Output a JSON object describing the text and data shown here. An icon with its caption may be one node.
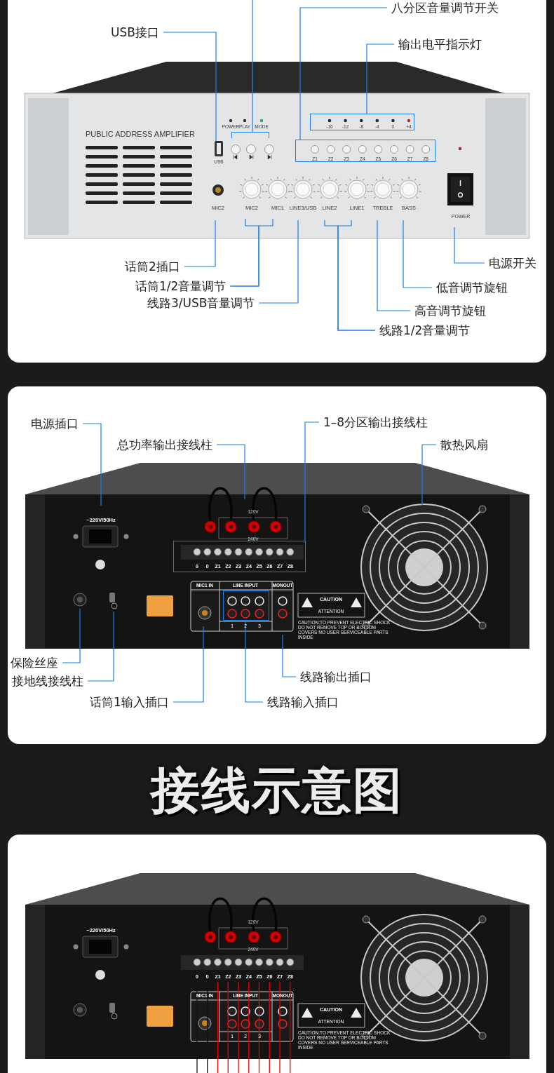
{
  "diagram": {
    "nodes": [
      {
        "text": [
          "八分区音量调节开关"
        ]
      },
      {
        "text": [
          "USB接口"
        ]
      },
      {
        "text": [
          "输出电平指示灯"
        ]
      },
      {
        "text": [
          "话筒2插口"
        ]
      },
      {
        "text": [
          "电源开关"
        ]
      },
      {
        "text": [
          "话筒1/2音量调节"
        ]
      },
      {
        "text": [
          "低音调节旋钮"
        ]
      },
      {
        "text": [
          "线路3/USB音量调节"
        ]
      },
      {
        "text": [
          "高音调节旋钮"
        ]
      },
      {
        "text": [
          "线路1/2音量调节"
        ]
      },
      {
        "text": [
          "电源插口"
        ]
      },
      {
        "text": [
          "1–8分区输出接线柱"
        ]
      },
      {
        "text": [
          "总功率输出接线柱"
        ]
      },
      {
        "text": [
          "散热风扇"
        ]
      },
      {
        "text": [
          "保险丝座"
        ]
      },
      {
        "text": [
          "接地线接线柱"
        ]
      },
      {
        "text": [
          "线路输出插口"
        ]
      },
      {
        "text": [
          "话筒1输入插口"
        ]
      },
      {
        "text": [
          "线路输入插口"
        ]
      },
      {
        "text": [],
        "shape": "box"
      },
      {
        "text": [],
        "shape": "box"
      },
      {
        "text": [],
        "shape": "bracket"
      },
      {
        "text": [],
        "shape": "box"
      },
      {
        "text": [],
        "shape": "box"
      },
      {
        "text": [],
        "shape": "socket"
      }
    ],
    "edges": [
      {
        "from": 1,
        "to": 24,
        "arrow": "none"
      },
      {
        "from": null,
        "to": 21,
        "arrow": "none"
      },
      {
        "from": 0,
        "to": 20,
        "arrow": "none"
      },
      {
        "from": 2,
        "to": 19,
        "arrow": "none"
      },
      {
        "from": 3,
        "to": null,
        "arrow": "none"
      },
      {
        "from": 5,
        "to": null,
        "arrow": "none"
      },
      {
        "from": 5,
        "to": null,
        "arrow": "none"
      },
      {
        "from": 7,
        "to": null,
        "arrow": "none"
      },
      {
        "from": 9,
        "to": null,
        "arrow": "none"
      },
      {
        "from": 9,
        "to": null,
        "arrow": "none"
      },
      {
        "from": 8,
        "to": null,
        "arrow": "none"
      },
      {
        "from": 6,
        "to": null,
        "arrow": "none"
      },
      {
        "from": 4,
        "to": null,
        "arrow": "none"
      },
      {
        "from": 10,
        "to": null,
        "arrow": "none"
      },
      {
        "from": 12,
        "to": null,
        "arrow": "none"
      },
      {
        "from": 11,
        "to": 22,
        "arrow": "none"
      },
      {
        "from": 13,
        "to": null,
        "arrow": "none"
      },
      {
        "from": 14,
        "to": null,
        "arrow": "none"
      },
      {
        "from": 15,
        "to": null,
        "arrow": "none"
      },
      {
        "from": 17,
        "to": null,
        "arrow": "none"
      },
      {
        "from": 18,
        "to": 23,
        "arrow": "none"
      },
      {
        "from": 16,
        "to": null,
        "arrow": "none"
      }
    ],
    "labels": [
      "PUBLIC ADDRESS AMPLIFIER",
      "POWER",
      "PLAY",
      "MODE",
      "USB",
      "-16",
      "-12",
      "-8",
      "-4",
      "0",
      "+4",
      "Z1",
      "Z2",
      "Z3",
      "Z4",
      "Z5",
      "Z6",
      "Z7",
      "Z8",
      "MIC2",
      "MIC2",
      "MIC1",
      "LINE3/USB",
      "LINE2",
      "LINE1",
      "TREBLE",
      "BASS",
      "POWER",
      "~220V/50Hz",
      "120V",
      "240V",
      "0",
      "0",
      "Z1",
      "Z2",
      "Z3",
      "Z4",
      "Z5",
      "Z6",
      "Z7",
      "Z8",
      "MIC1 IN",
      "LINE INPUT",
      "MONOUT",
      "1",
      "2",
      "3",
      "CAUTION",
      "ATTENTION",
      "CAUTION:TO PREVENT ELECTRIC SHOCK DO NOT REMOVE TOP OR BOTTOM COVERS NO USER SERVICEABLE PARTS INSIDE",
      "接线示意图",
      "~220V/50Hz",
      "120V",
      "240V",
      "0",
      "0",
      "Z1",
      "Z2",
      "Z3",
      "Z4",
      "Z5",
      "Z6",
      "Z7",
      "Z8",
      "MIC1 IN",
      "LINE INPUT",
      "MONOUT",
      "1",
      "2",
      "3",
      "CAUTION",
      "ATTENTION",
      "CAUTION:TO PREVENT ELECTRIC SHOCK DO NOT REMOVE TOP OR BOTTOM COVERS NO USER SERVICEABLE PARTS INSIDE"
    ]
  }
}
